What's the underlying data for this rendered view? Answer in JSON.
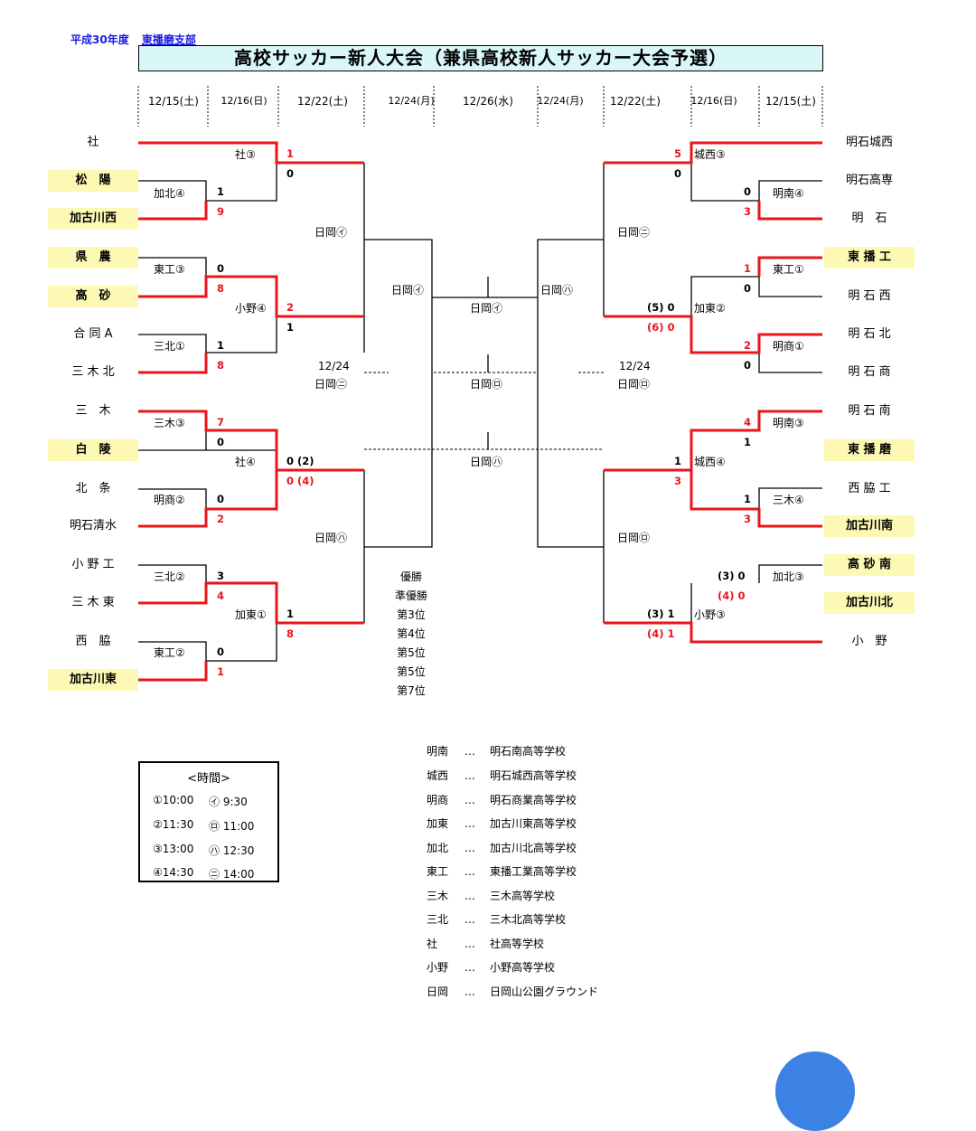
{
  "header": {
    "year": "平成30年度",
    "branch": "東播磨支部",
    "title": "高校サッカー新人大会（兼県高校新人サッカー大会予選）"
  },
  "dates": [
    "12/15(土)",
    "12/16(日)",
    "12/22(土)",
    "12/24(月)",
    "12/26(水)",
    "12/24(月)",
    "12/22(土)",
    "12/16(日)",
    "12/15(土)"
  ],
  "left_teams": [
    "社",
    "松　陽",
    "加古川西",
    "県　農",
    "高　砂",
    "合 同 A",
    "三 木 北",
    "三　木",
    "白　陵",
    "北　条",
    "明石清水",
    "小 野 工",
    "三 木 東",
    "西　脇",
    "加古川東"
  ],
  "right_teams": [
    "明石城西",
    "明石高専",
    "明　石",
    "東 播 工",
    "明 石 西",
    "明 石 北",
    "明 石 商",
    "明 石 南",
    "東 播 磨",
    "西 脇 工",
    "加古川南",
    "高 砂 南",
    "加古川北",
    "小　野"
  ],
  "match_labels": {
    "l_r1_a": "加北④",
    "l_r1_b": "東工③",
    "l_r1_c": "三北①",
    "l_r1_d": "三木③",
    "l_r1_e": "明商②",
    "l_r1_f": "三北②",
    "l_r1_g": "東工②",
    "l_r2_a": "社③",
    "l_r2_b": "小野④",
    "l_r2_c": "社④",
    "l_r2_d": "加東①",
    "l_r3_a": "日岡㋑",
    "l_r3_b": "12/24",
    "l_r3_b2": "日岡㋥",
    "l_r3_c": "日岡㋩",
    "l_sf": "日岡㋑",
    "r_r1_a": "明南④",
    "r_r1_b": "東工①",
    "r_r1_c": "明商①",
    "r_r1_d": "明南③",
    "r_r1_e": "三木④",
    "r_r1_f": "加北③",
    "r_r2_a": "城西③",
    "r_r2_b": "加東②",
    "r_r2_c": "城西④",
    "r_r2_d": "小野③",
    "r_r3_a": "日岡㋥",
    "r_r3_b": "12/24",
    "r_r3_b2": "日岡㋺",
    "r_r3_c": "日岡㋺",
    "r_sf": "日岡㋩",
    "c_final": "日岡㋑",
    "c_third": "日岡㋺",
    "c_fifth": "日岡㋩"
  },
  "scores": {
    "l1": "1",
    "l2": "0",
    "l3": "1",
    "l4": "9",
    "l5": "0",
    "l6": "8",
    "l7": "2",
    "l8": "1",
    "l9": "1",
    "l10": "8",
    "l11": "7",
    "l12": "0",
    "l13": "0 (2)",
    "l14": "0 (4)",
    "l15": "0",
    "l16": "2",
    "l17": "3",
    "l18": "4",
    "l19": "1",
    "l20": "8",
    "l21": "0",
    "l22": "1",
    "r1": "5",
    "r2": "0",
    "r3": "0",
    "r4": "3",
    "r5": "1",
    "r6": "0",
    "r7": "(5)  0",
    "r8": "(6)  0",
    "r9": "2",
    "r10": "0",
    "r11": "4",
    "r12": "1",
    "r13": "1",
    "r14": "3",
    "r15": "1",
    "r16": "3",
    "r17": "(3)  0",
    "r18": "(4)  0",
    "r19": "(3)  1",
    "r20": "(4)  1"
  },
  "rankings": [
    "優勝",
    "準優勝",
    "第3位",
    "第4位",
    "第5位",
    "第5位",
    "第7位"
  ],
  "times": {
    "title": "<時間>",
    "rows": [
      {
        "a": "①10:00",
        "b": "㋑  9:30"
      },
      {
        "a": "②11:30",
        "b": "㋺ 11:00"
      },
      {
        "a": "③13:00",
        "b": "㋩ 12:30"
      },
      {
        "a": "④14:30",
        "b": "㋥ 14:00"
      }
    ]
  },
  "legend": [
    {
      "abbr": "明南",
      "dots": "…",
      "full": "明石南高等学校"
    },
    {
      "abbr": "城西",
      "dots": "…",
      "full": "明石城西高等学校"
    },
    {
      "abbr": "明商",
      "dots": "…",
      "full": "明石商業高等学校"
    },
    {
      "abbr": "加東",
      "dots": "…",
      "full": "加古川東高等学校"
    },
    {
      "abbr": "加北",
      "dots": "…",
      "full": "加古川北高等学校"
    },
    {
      "abbr": "東工",
      "dots": "…",
      "full": "東播工業高等学校"
    },
    {
      "abbr": "三木",
      "dots": "…",
      "full": "三木高等学校"
    },
    {
      "abbr": "三北",
      "dots": "…",
      "full": "三木北高等学校"
    },
    {
      "abbr": "社",
      "dots": "…",
      "full": "社高等学校"
    },
    {
      "abbr": "小野",
      "dots": "…",
      "full": "小野高等学校"
    },
    {
      "abbr": "日岡",
      "dots": "…",
      "full": "日岡山公園グラウンド"
    }
  ],
  "colors": {
    "winner_line": "#e8161c",
    "highlight": "#fdf9b4",
    "title_bg": "#d9f6f9",
    "header_text": "#1a1ae6"
  }
}
